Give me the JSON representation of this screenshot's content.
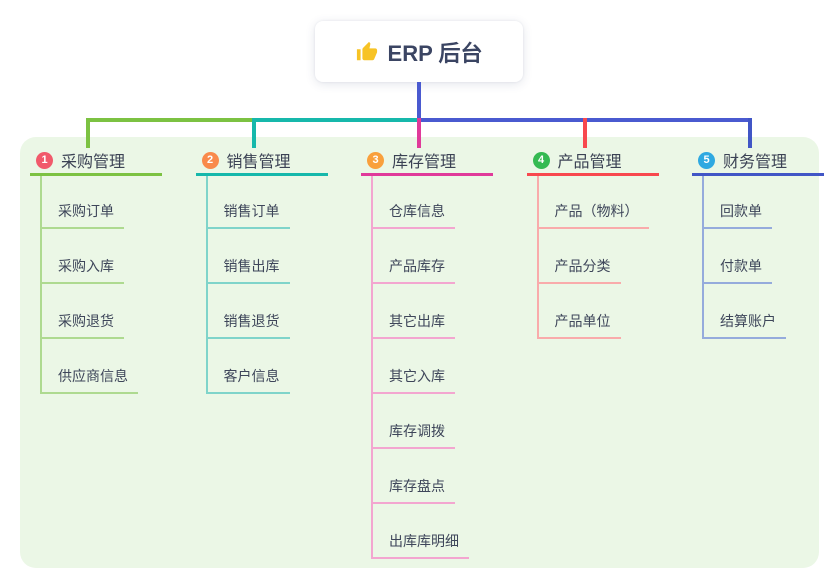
{
  "root": {
    "label": "ERP 后台",
    "icon": "thumbs-up"
  },
  "colors": {
    "canvas_bg": "#ffffff",
    "panel_bg": "#ebf7e6",
    "root_card_bg": "#ffffff",
    "stem": "#4a5ad0",
    "root_text": "#3b4563",
    "header_text": "#3b4254",
    "item_text": "#3e465a",
    "thumb_icon": "#f7c325"
  },
  "branches": [
    {
      "num": "1",
      "label": "采购管理",
      "badge": "#f15a6b",
      "line": "#7cc242",
      "sub_line": "#aeda90",
      "items": [
        "采购订单",
        "采购入库",
        "采购退货",
        "供应商信息"
      ]
    },
    {
      "num": "2",
      "label": "销售管理",
      "badge": "#f98a4b",
      "line": "#16b8ab",
      "sub_line": "#7fd4ca",
      "items": [
        "销售订单",
        "销售出库",
        "销售退货",
        "客户信息"
      ]
    },
    {
      "num": "3",
      "label": "库存管理",
      "badge": "#f9a03c",
      "line": "#e03a9a",
      "sub_line": "#f3a6d0",
      "items": [
        "仓库信息",
        "产品库存",
        "其它出库",
        "其它入库",
        "库存调拨",
        "库存盘点",
        "出库库明细"
      ]
    },
    {
      "num": "4",
      "label": "产品管理",
      "badge": "#35ba52",
      "line": "#f8484e",
      "sub_line": "#f9abab",
      "items": [
        "产品（物料）",
        "产品分类",
        "产品单位"
      ]
    },
    {
      "num": "5",
      "label": "财务管理",
      "badge": "#2fa9e1",
      "line": "#4156c6",
      "sub_line": "#95abdc",
      "items": [
        "回款单",
        "付款单",
        "结算账户"
      ]
    }
  ]
}
